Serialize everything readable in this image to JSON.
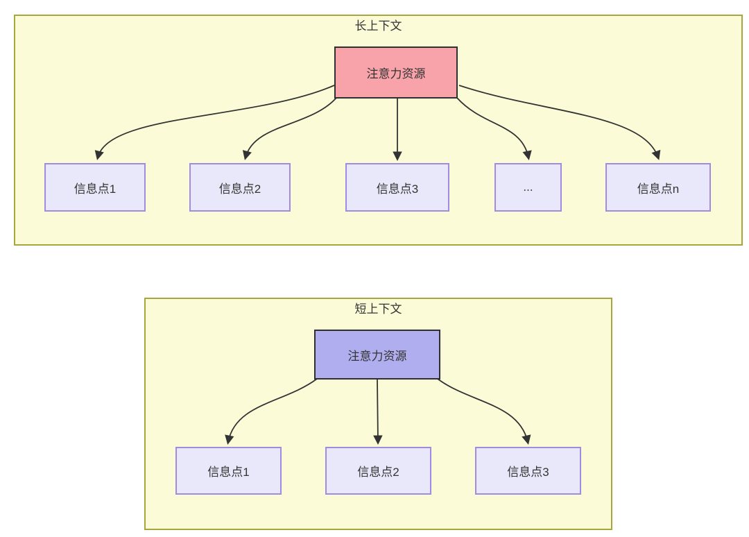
{
  "colors": {
    "page_bg": "#ffffff",
    "container_bg": "#fbfbd8",
    "container_border": "#a6a63c",
    "attention_long_bg": "#f7a3a9",
    "attention_short_bg": "#b1aeef",
    "node_border_dark": "#2f2f2f",
    "info_bg": "#e9e8fa",
    "info_border": "#a18be0",
    "arrow_color": "#333333",
    "text_color": "#333333"
  },
  "long_context": {
    "title": "长上下文",
    "attention_label": "注意力资源",
    "info_points": [
      "信息点1",
      "信息点2",
      "信息点3",
      "...",
      "信息点n"
    ]
  },
  "short_context": {
    "title": "短上下文",
    "attention_label": "注意力资源",
    "info_points": [
      "信息点1",
      "信息点2",
      "信息点3"
    ]
  }
}
